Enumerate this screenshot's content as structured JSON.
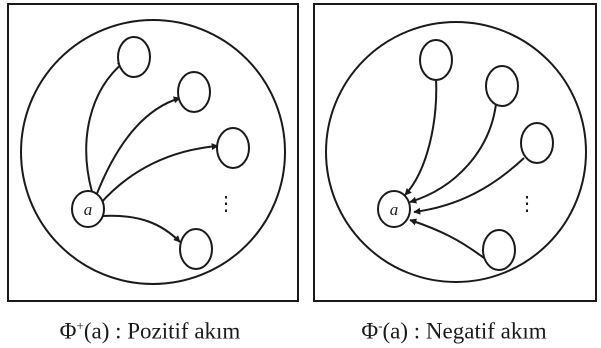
{
  "panels": [
    {
      "node_label": "a",
      "ellipsis": "⋮",
      "caption": {
        "symbol": "Φ",
        "sup": "+",
        "arg": "(a)",
        "text": ": Pozitif akım"
      }
    },
    {
      "node_label": "a",
      "ellipsis": "⋮",
      "caption": {
        "symbol": "Φ",
        "sup": "-",
        "arg": "(a)",
        "text": ": Negatif akım"
      }
    }
  ],
  "colors": {
    "stroke": "#1a1a1a",
    "background": "#ffffff"
  }
}
